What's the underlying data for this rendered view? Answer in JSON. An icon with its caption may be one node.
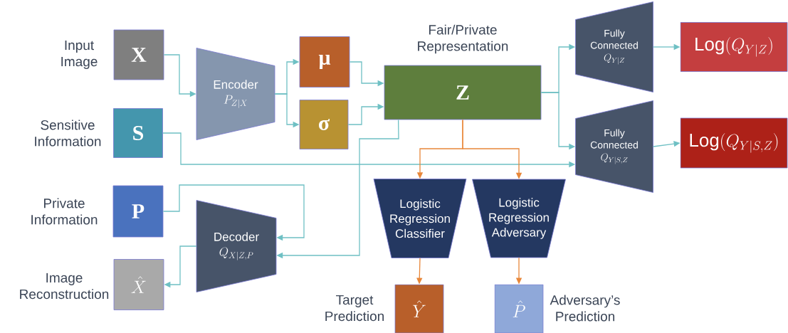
{
  "diagram": {
    "nodes": [
      {
        "text": [
          "X"
        ],
        "beside": [
          "Input Image"
        ]
      },
      {
        "text": [
          "S"
        ],
        "beside": [
          "Sensitive Information"
        ]
      },
      {
        "text": [
          "P"
        ],
        "beside": [
          "Private Information"
        ]
      },
      {
        "text": [
          "\\hat{X}"
        ],
        "beside": [
          "Image Reconstruction"
        ]
      },
      {
        "text": [
          "Encoder",
          "P_{Z|X}"
        ]
      },
      {
        "text": [
          "μ"
        ]
      },
      {
        "text": [
          "σ"
        ]
      },
      {
        "text": [
          "Z"
        ],
        "beside": [
          "Fair/Private Representation"
        ]
      },
      {
        "text": [
          "Decoder",
          "Q_{X|Z,P}"
        ]
      },
      {
        "text": [
          "Fully Connected",
          "Q_{Y|Z}"
        ]
      },
      {
        "text": [
          "Fully Connected",
          "Q_{Y|S,Z}"
        ]
      },
      {
        "text": [
          "\\mathrm{Log}(Q_{Y|Z})"
        ]
      },
      {
        "text": [
          "\\mathrm{Log}(Q_{Y|S,Z})"
        ]
      },
      {
        "text": [
          "Logistic Regression Classifier"
        ]
      },
      {
        "text": [
          "Logistic Regression Adversary"
        ]
      },
      {
        "text": [
          "\\hat{Y}"
        ],
        "beside": [
          "Target Prediction"
        ]
      },
      {
        "text": [
          "\\hat{P}"
        ],
        "beside": [
          "Adversary’s Prediction"
        ]
      }
    ],
    "edges": [
      {
        "from": 0,
        "to": 4,
        "arrow": "to"
      },
      {
        "from": 4,
        "to": 5,
        "arrow": "to"
      },
      {
        "from": 4,
        "to": 6,
        "arrow": "to"
      },
      {
        "from": 5,
        "to": 7,
        "arrow": "to"
      },
      {
        "from": 6,
        "to": 7,
        "arrow": "to"
      },
      {
        "from": 7,
        "to": 9,
        "arrow": "to"
      },
      {
        "from": 7,
        "to": 10,
        "arrow": "to"
      },
      {
        "from": 1,
        "to": 10,
        "arrow": "to"
      },
      {
        "from": 2,
        "to": 8,
        "arrow": "to"
      },
      {
        "from": 7,
        "to": 8,
        "arrow": "to"
      },
      {
        "from": 8,
        "to": 3,
        "arrow": "to"
      },
      {
        "from": 9,
        "to": 11,
        "arrow": "to"
      },
      {
        "from": 10,
        "to": 12,
        "arrow": "to"
      },
      {
        "from": 7,
        "to": 13,
        "arrow": "to",
        "color": "#e8873a"
      },
      {
        "from": 7,
        "to": 14,
        "arrow": "to",
        "color": "#e8873a"
      },
      {
        "from": 13,
        "to": 15,
        "arrow": "to",
        "color": "#e8873a"
      },
      {
        "from": 14,
        "to": 16,
        "arrow": "to",
        "color": "#e8873a"
      }
    ]
  }
}
